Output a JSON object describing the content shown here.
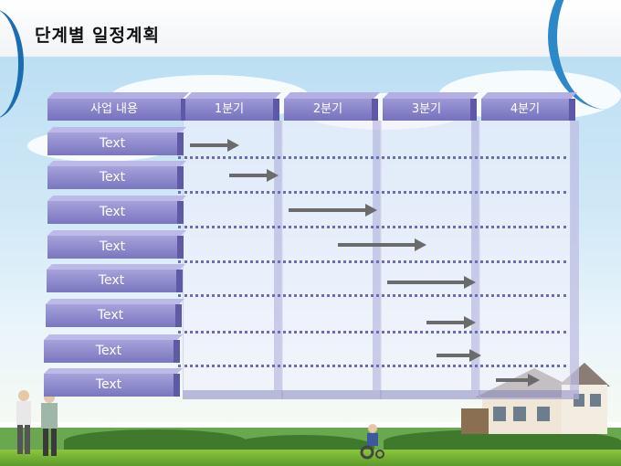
{
  "title": "단계별 일정계획",
  "table": {
    "corner_label": "사업 내용",
    "quarters": [
      "1분기",
      "2분기",
      "3분기",
      "4분기"
    ],
    "rows": [
      {
        "label": "Text",
        "start": 0.0,
        "end": 0.5
      },
      {
        "label": "Text",
        "start": 0.4,
        "end": 0.9
      },
      {
        "label": "Text",
        "start": 1.0,
        "end": 1.9
      },
      {
        "label": "Text",
        "start": 1.5,
        "end": 2.4
      },
      {
        "label": "Text",
        "start": 2.0,
        "end": 2.9
      },
      {
        "label": "Text",
        "start": 2.4,
        "end": 2.9
      },
      {
        "label": "Text",
        "start": 2.5,
        "end": 2.95
      },
      {
        "label": "Text",
        "start": 3.1,
        "end": 3.55
      }
    ]
  },
  "colors": {
    "header": "#7571bd",
    "arrow": "#6b6b6b",
    "dotted_line": "#6c6cb4",
    "title": "#111111"
  }
}
